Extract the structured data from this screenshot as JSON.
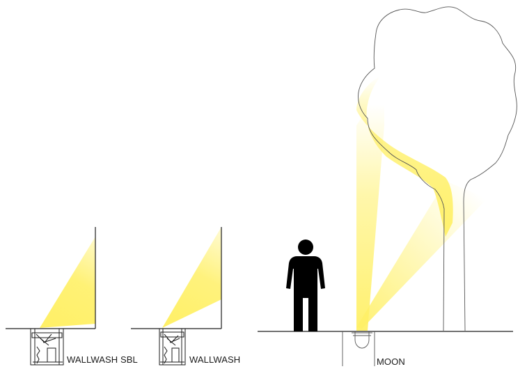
{
  "labels": {
    "wallwash_sbl": "WALLWASH SBL",
    "wallwash": "WALLWASH",
    "moon": "MOON"
  },
  "colors": {
    "light": "#fff066",
    "silhouette": "#000000",
    "line": "#1a1a1a",
    "outline": "#555555"
  }
}
